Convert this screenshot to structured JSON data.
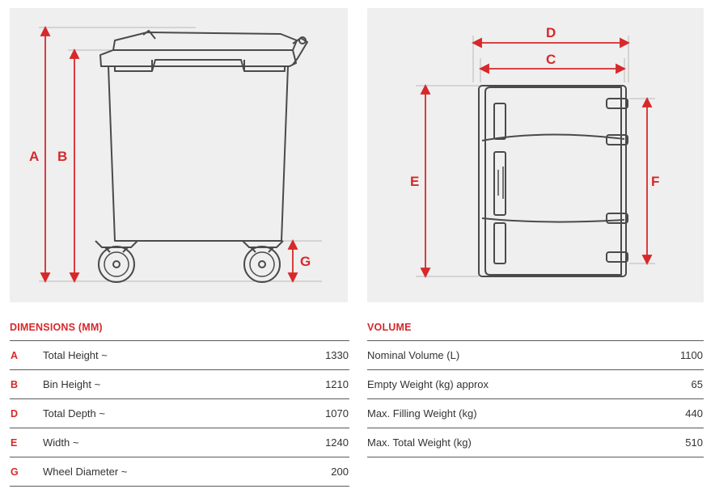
{
  "diagram_labels": {
    "a": "A",
    "b": "B",
    "g": "G",
    "d": "D",
    "c": "C",
    "e": "E",
    "f": "F"
  },
  "dimensions": {
    "title": "DIMENSIONS (MM)",
    "rows": [
      {
        "code": "A",
        "label": "Total Height ~",
        "value": "1330"
      },
      {
        "code": "B",
        "label": "Bin Height ~",
        "value": "1210"
      },
      {
        "code": "D",
        "label": "Total Depth ~",
        "value": "1070"
      },
      {
        "code": "E",
        "label": "Width ~",
        "value": "1240"
      },
      {
        "code": "G",
        "label": "Wheel Diameter ~",
        "value": "200"
      }
    ]
  },
  "volume": {
    "title": "VOLUME",
    "rows": [
      {
        "label": "Nominal Volume (L)",
        "value": "1100"
      },
      {
        "label": "Empty Weight (kg) approx",
        "value": "65"
      },
      {
        "label": "Max. Filling Weight (kg)",
        "value": "440"
      },
      {
        "label": "Max. Total Weight (kg)",
        "value": "510"
      }
    ]
  },
  "colors": {
    "accent": "#d7282a",
    "line": "#4a4a4a",
    "panel": "#efefef"
  }
}
